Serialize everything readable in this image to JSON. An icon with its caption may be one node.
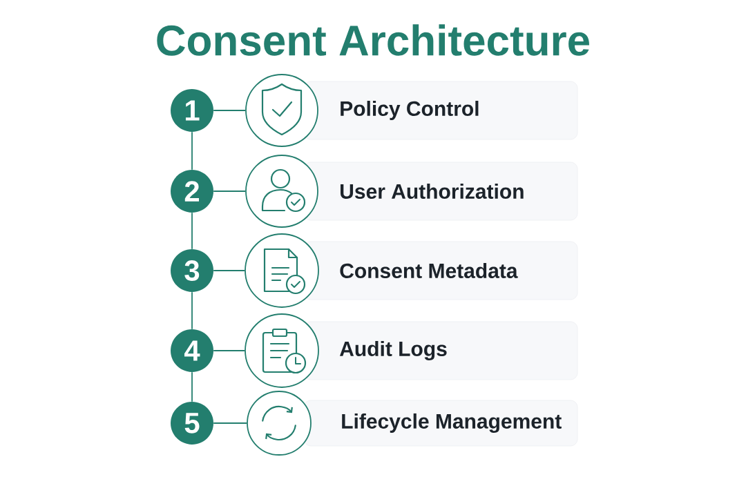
{
  "diagram": {
    "title": "Consent Architecture",
    "nodes": [
      {
        "text": [
          "1"
        ]
      },
      {
        "text": [],
        "shape": "circle"
      },
      {
        "text": [
          "Policy Control"
        ]
      },
      {
        "text": [
          "2"
        ]
      },
      {
        "text": [],
        "shape": "circle"
      },
      {
        "text": [
          "User Authorization"
        ]
      },
      {
        "text": [
          "3"
        ]
      },
      {
        "text": [],
        "shape": "circle"
      },
      {
        "text": [
          "Consent Metadata"
        ]
      },
      {
        "text": [
          "4"
        ]
      },
      {
        "text": [],
        "shape": "circle"
      },
      {
        "text": [
          "Audit Logs"
        ]
      },
      {
        "text": [
          "5"
        ]
      },
      {
        "text": [],
        "shape": "circle"
      },
      {
        "text": [
          "Lifecycle Management"
        ]
      }
    ],
    "edges": [
      {
        "from": 0,
        "to": 1,
        "arrow": "none"
      },
      {
        "from": 0,
        "to": 3,
        "arrow": "none"
      },
      {
        "from": 3,
        "to": 4,
        "arrow": "none"
      },
      {
        "from": 3,
        "to": 6,
        "arrow": "none"
      },
      {
        "from": 6,
        "to": 7,
        "arrow": "none"
      },
      {
        "from": 6,
        "to": 9,
        "arrow": "none"
      },
      {
        "from": 9,
        "to": 10,
        "arrow": "none"
      },
      {
        "from": 9,
        "to": 12,
        "arrow": "none"
      },
      {
        "from": 12,
        "to": 13,
        "arrow": "none"
      }
    ]
  }
}
